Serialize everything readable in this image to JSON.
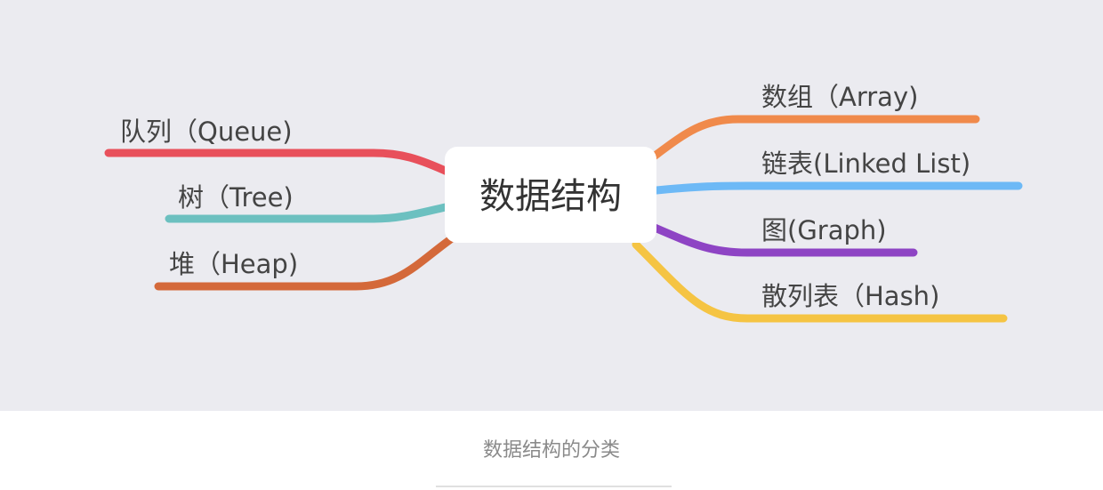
{
  "root": {
    "label": "数据结构"
  },
  "branches": [
    {
      "id": "queue",
      "label": "队列（Queue)",
      "color": "#e8505b"
    },
    {
      "id": "tree",
      "label": "树（Tree)",
      "color": "#6cc0c0"
    },
    {
      "id": "heap",
      "label": "堆（Heap)",
      "color": "#d4693a"
    },
    {
      "id": "array",
      "label": "数组（Array)",
      "color": "#f08a4b"
    },
    {
      "id": "linked-list",
      "label": "链表(Linked List)",
      "color": "#6db9f6"
    },
    {
      "id": "graph",
      "label": "图(Graph)",
      "color": "#8e44c4"
    },
    {
      "id": "hash",
      "label": "散列表（Hash)",
      "color": "#f5c443"
    }
  ],
  "caption": "数据结构的分类"
}
